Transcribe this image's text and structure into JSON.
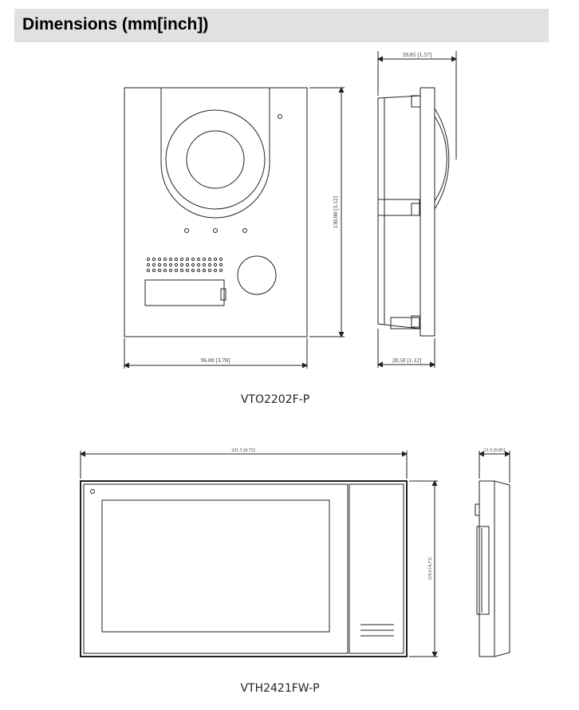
{
  "header": {
    "title": "Dimensions (mm[inch])"
  },
  "vto": {
    "caption": "VTO2202F-P",
    "dim_width": "96.00 [3.78]",
    "dim_height": "130.00 [5.12]",
    "dim_depth_top": "39.85 [1.57]",
    "dim_depth_bottom": "28.50 [1.12]"
  },
  "vth": {
    "caption": "VTH2421FW-P",
    "dim_width": "221.5 [8.72]",
    "dim_height": "119.6 [4.71]",
    "dim_depth": "21.5 [0.85]"
  }
}
